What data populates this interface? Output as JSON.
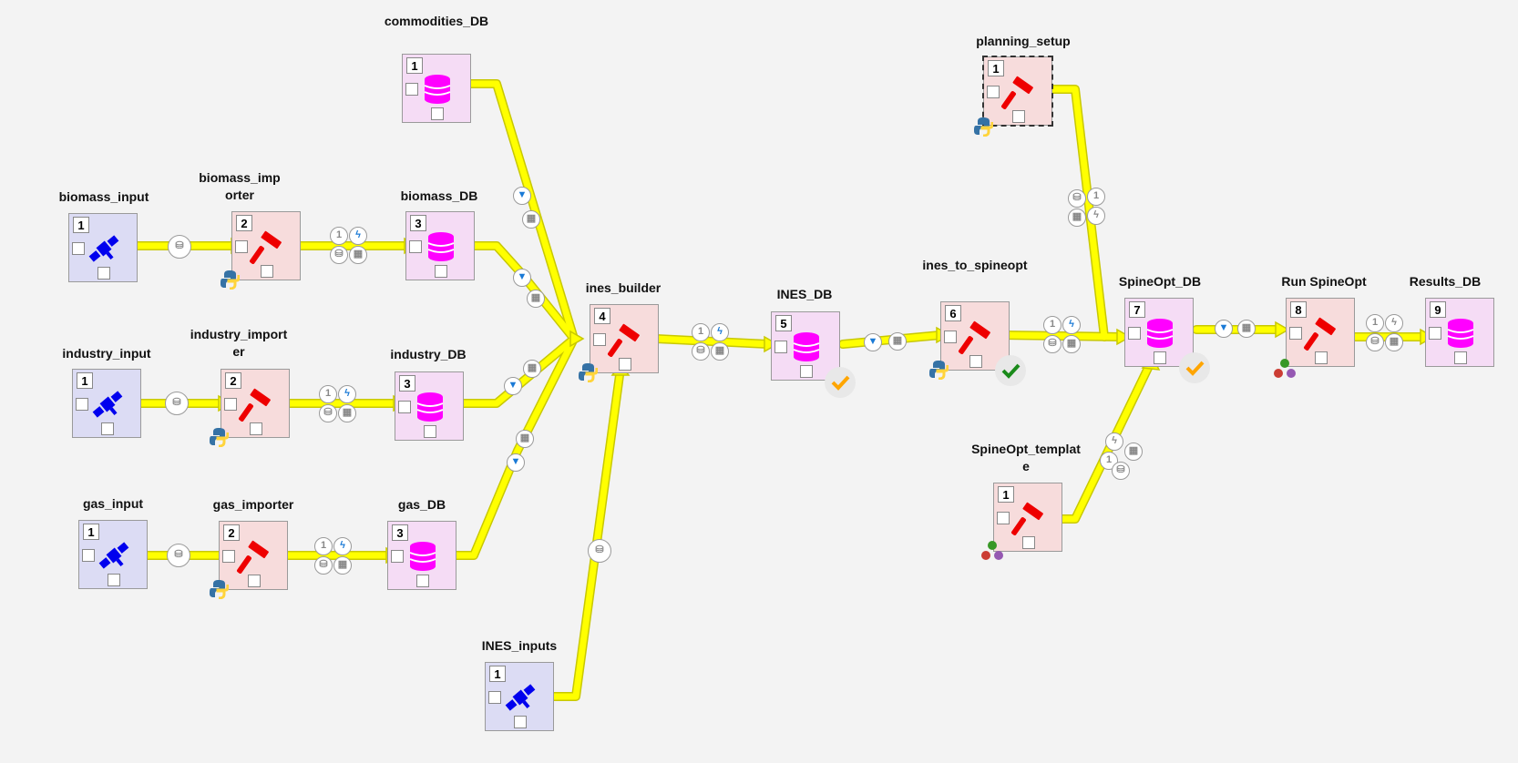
{
  "nodes": {
    "commodities_db": {
      "label": "commodities_DB",
      "number": "1"
    },
    "biomass_input": {
      "label": "biomass_input",
      "number": "1"
    },
    "biomass_importer": {
      "label": "biomass_importer",
      "number": "2"
    },
    "biomass_db": {
      "label": "biomass_DB",
      "number": "3"
    },
    "industry_input": {
      "label": "industry_input",
      "number": "1"
    },
    "industry_importer": {
      "label": "industry_importer",
      "number": "2"
    },
    "industry_db": {
      "label": "industry_DB",
      "number": "3"
    },
    "gas_input": {
      "label": "gas_input",
      "number": "1"
    },
    "gas_importer": {
      "label": "gas_importer",
      "number": "2"
    },
    "gas_db": {
      "label": "gas_DB",
      "number": "3"
    },
    "ines_builder": {
      "label": "ines_builder",
      "number": "4"
    },
    "ines_inputs": {
      "label": "INES_inputs",
      "number": "1"
    },
    "ines_db": {
      "label": "INES_DB",
      "number": "5"
    },
    "ines_to_spineopt": {
      "label": "ines_to_spineopt",
      "number": "6"
    },
    "planning_setup": {
      "label": "planning_setup",
      "number": "1"
    },
    "spineopt_template": {
      "label": "SpineOpt_template",
      "number": "1"
    },
    "spineopt_db": {
      "label": "SpineOpt_DB",
      "number": "7"
    },
    "run_spineopt": {
      "label": "Run SpineOpt",
      "number": "8"
    },
    "results_db": {
      "label": "Results_DB",
      "number": "9"
    }
  },
  "link_badges": {
    "count": "1"
  },
  "colors": {
    "link": "#ffff00",
    "link_border": "#c8c800",
    "data_connection": "#dcdcf4",
    "tool": "#f7dcdc",
    "data_store": "#f5dcf5",
    "db_icon": "#ff00ff",
    "hammer": "#ee0000",
    "satellite": "#0000ee",
    "check_orange": "#ffa500",
    "check_green": "#1a8a1a",
    "filter_blue": "#1a7ad6"
  },
  "icons": {
    "data_connection": "satellite-icon",
    "tool": "hammer-icon",
    "data_store": "database-icon",
    "python": "python-icon",
    "julia": "julia-icon",
    "filter": "filter-icon",
    "tool_lightning": "lightning-icon",
    "memory": "memory-icon",
    "dataset": "dataset-icon",
    "success": "checkmark-icon"
  }
}
